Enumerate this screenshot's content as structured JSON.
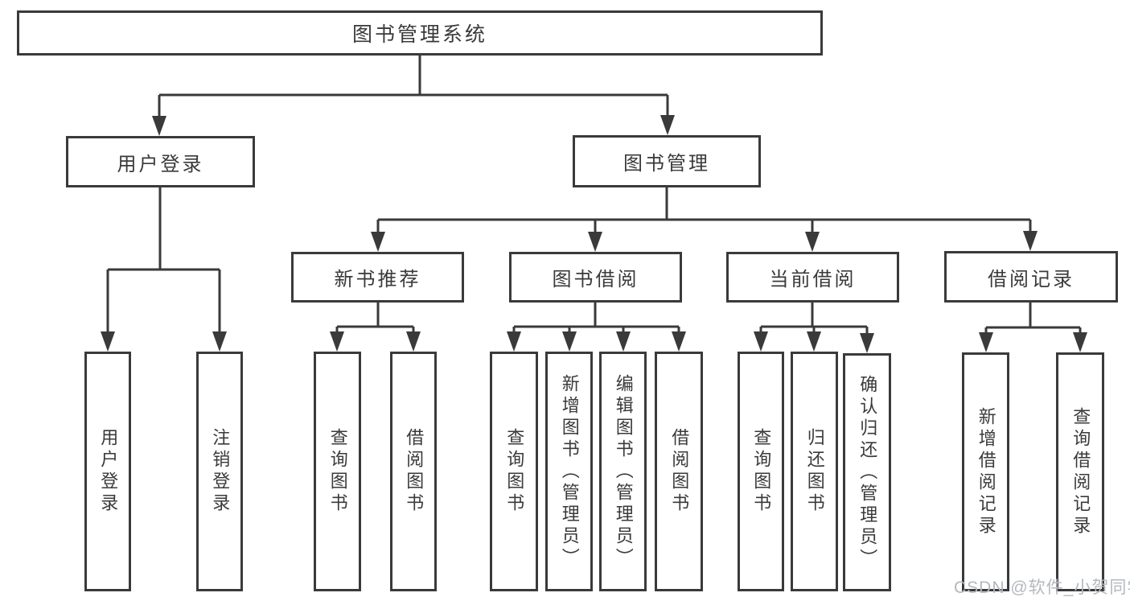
{
  "diagram": {
    "root": {
      "label": "图书管理系统"
    },
    "level2": [
      {
        "label": "用户登录"
      },
      {
        "label": "图书管理"
      }
    ],
    "level3": [
      {
        "label": "新书推荐"
      },
      {
        "label": "图书借阅"
      },
      {
        "label": "当前借阅"
      },
      {
        "label": "借阅记录"
      }
    ],
    "leaves": [
      {
        "label": "用户登录"
      },
      {
        "label": "注销登录"
      },
      {
        "label": "查询图书"
      },
      {
        "label": "借阅图书"
      },
      {
        "label": "查询图书"
      },
      {
        "label": "新增图书（管理员）"
      },
      {
        "label": "编辑图书（管理员）"
      },
      {
        "label": "借阅图书"
      },
      {
        "label": "查询图书"
      },
      {
        "label": "归还图书"
      },
      {
        "label": "确认归还（管理员）"
      },
      {
        "label": "新增借阅记录"
      },
      {
        "label": "查询借阅记录"
      }
    ]
  },
  "watermark": {
    "text": "CSDN @软件_小贺同学"
  },
  "colors": {
    "line": "#3a3a3a",
    "text": "#3a3a3a",
    "watermark": "#b4b8be",
    "background": "#ffffff"
  }
}
